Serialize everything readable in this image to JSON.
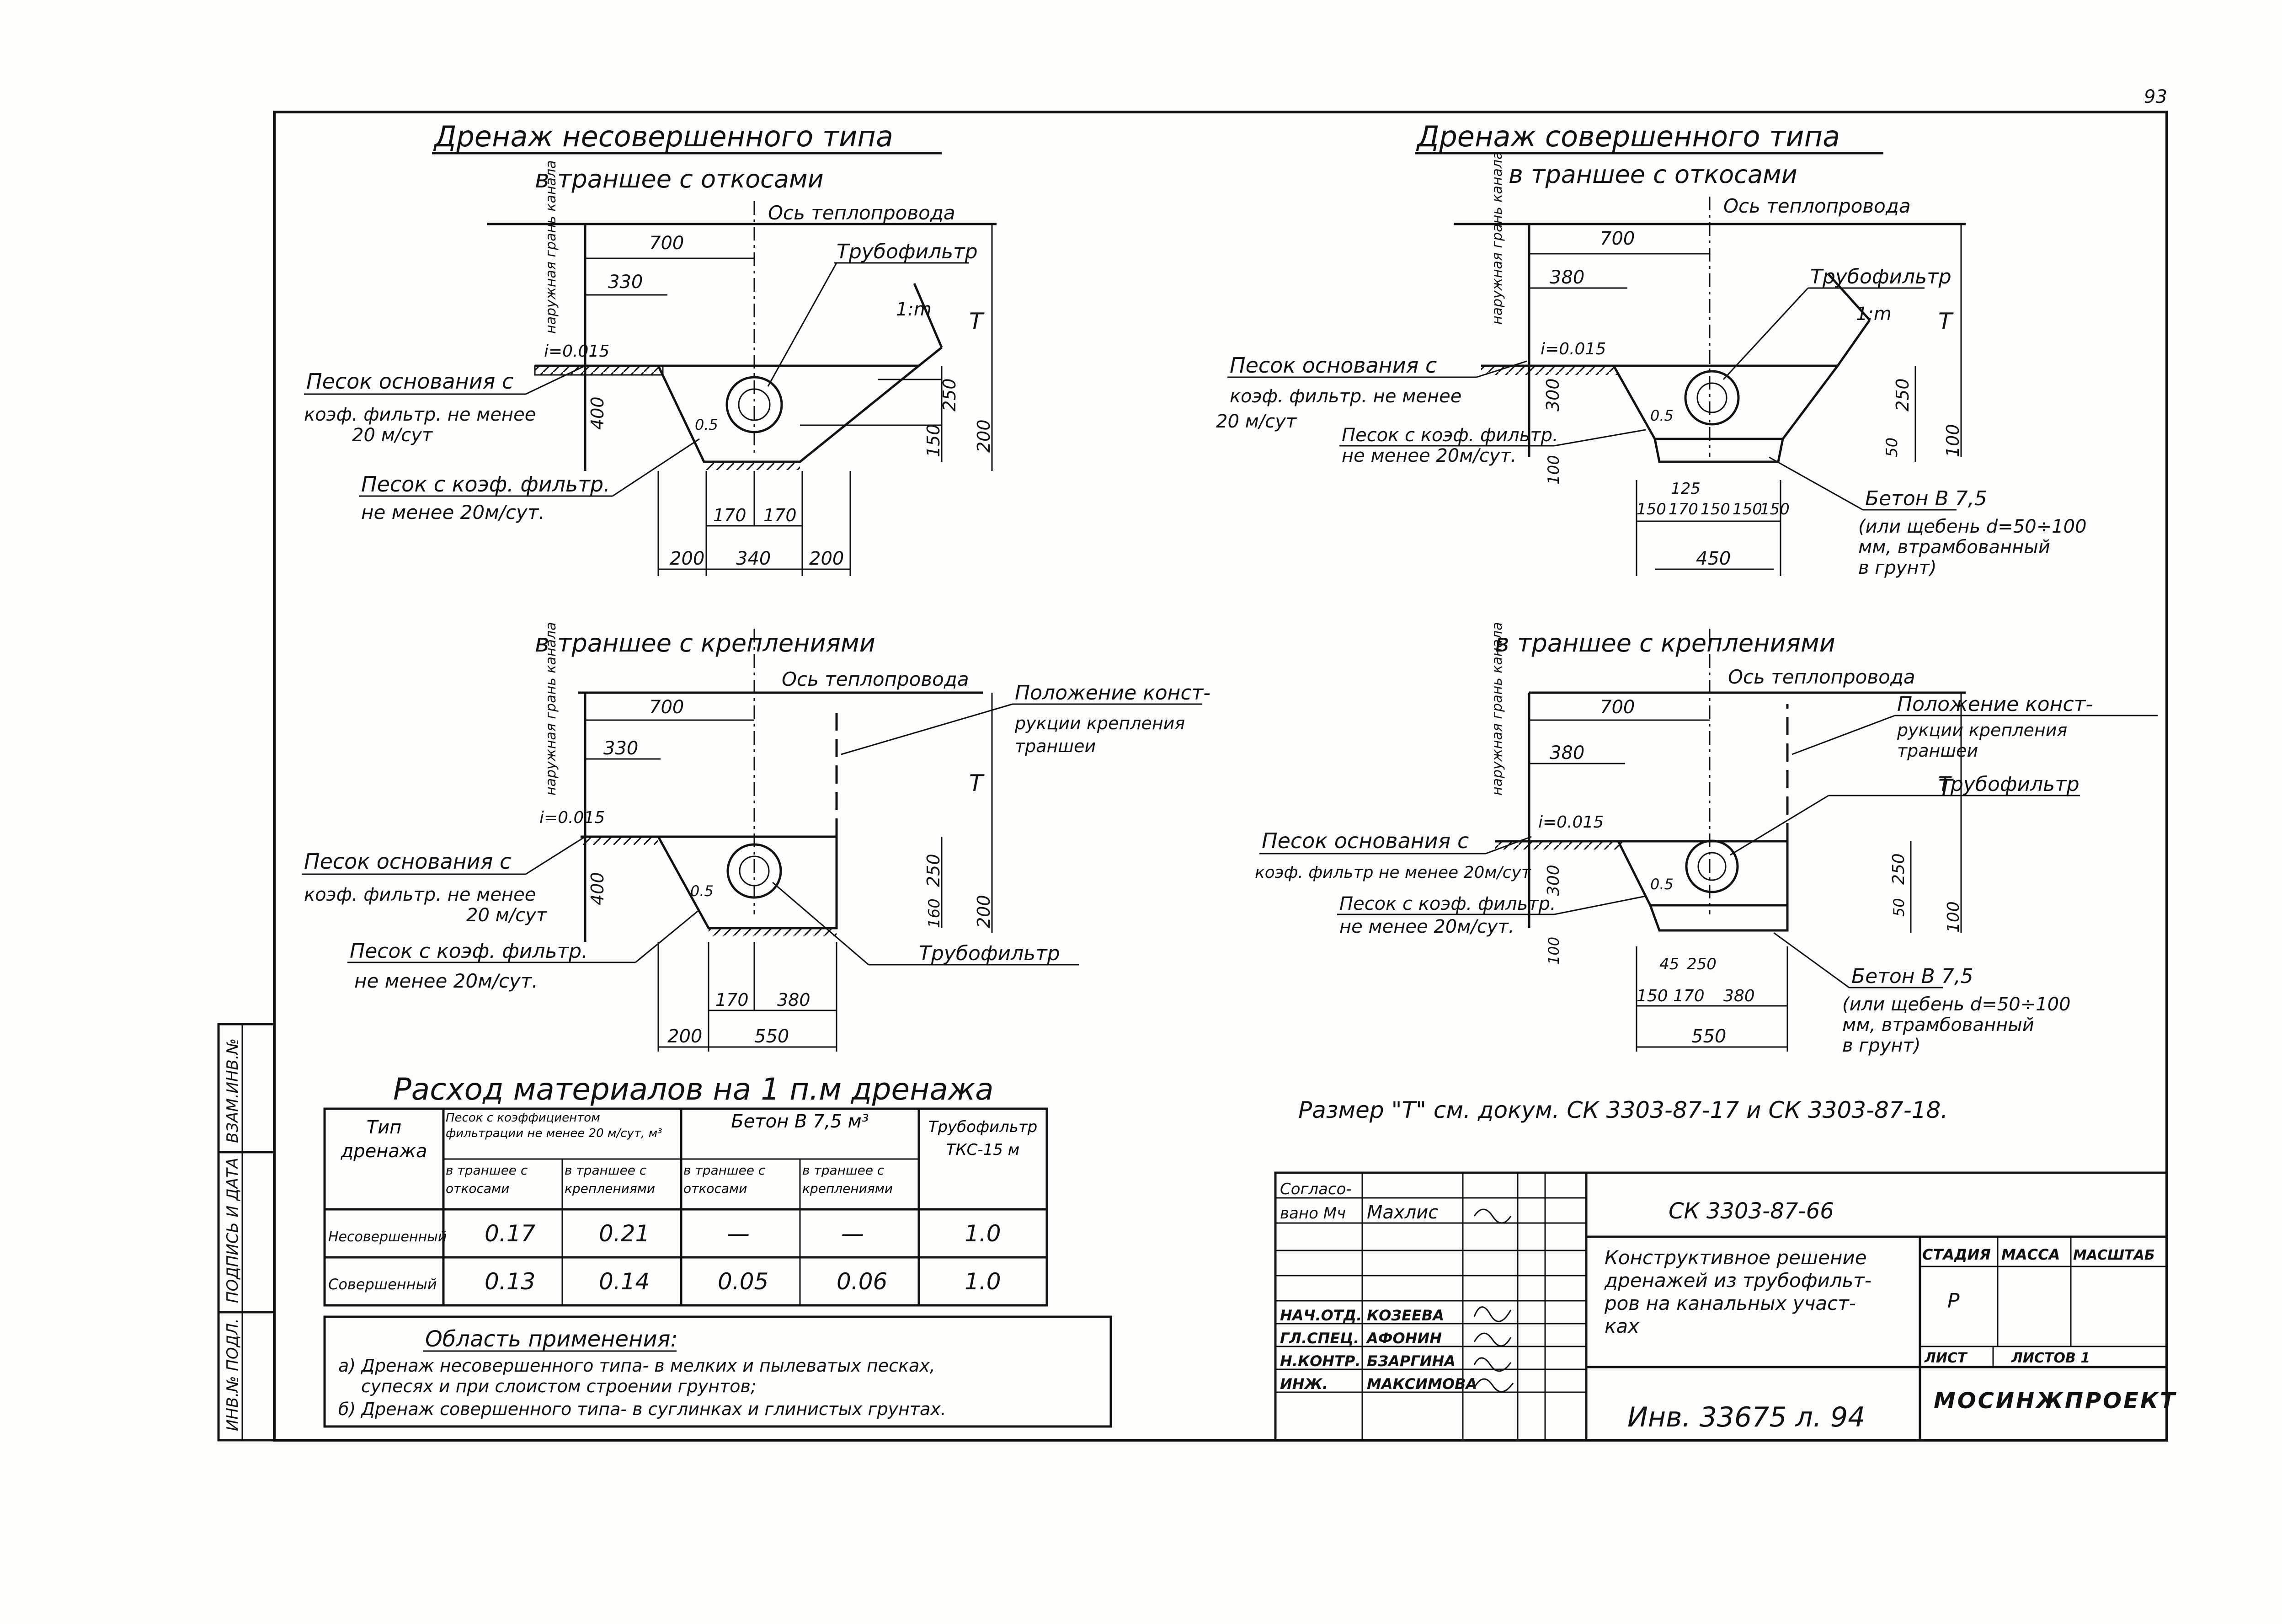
{
  "page_number": "93",
  "drawings": {
    "incomplete_title": "Дренаж несовершенного типа",
    "complete_title": "Дренаж совершенного типа",
    "slopes_subtitle_left": "в траншее с откосами",
    "slopes_subtitle_right": "в траншее с откосами",
    "shoring_subtitle_left": "в траншее с креплениями",
    "shoring_subtitle_right": "в траншее с креплениями",
    "axis_label": "Ось теплопровода",
    "outer_face": "наружная грань канала",
    "pipe_filter": "Трубофильтр",
    "slope_ratio": "1:m",
    "slope_incline": "i=0.015",
    "t_mark": "T",
    "base_sand_l1": "Песок основания с",
    "base_sand_l2": "коэф. фильтр. не менее",
    "base_sand_l3": "20 м/сут",
    "sand_l1": "Песок с коэф. фильтр.",
    "sand_l2": "не менее 20м/сут.",
    "base_sand_short": "коэф. фильтр не менее 20м/сут",
    "shoring_l1": "Положение конст-",
    "shoring_l2": "рукции крепления",
    "shoring_l3": "траншеи",
    "concrete_l1": "Бетон В 7,5",
    "concrete_l2": "(или щебень d=50÷100",
    "concrete_l3": "мм, втрамбованный",
    "concrete_l4": "в грунт)",
    "pipe_size": "0.5",
    "dims": {
      "d700": "700",
      "d330": "330",
      "d380": "380",
      "d400": "400",
      "d250": "250",
      "d150": "150",
      "d200": "200",
      "d170": "170",
      "d340": "340",
      "d160": "160",
      "d550": "550",
      "d300": "300",
      "d100": "100",
      "d50": "50",
      "d450": "450",
      "d125": "125",
      "d45": "45",
      "d25": "250"
    }
  },
  "size_note": "Размер \"T\" см. докум. СК 3303-87-17 и СК 3303-87-18.",
  "materials": {
    "title": "Расход материалов на 1 п.м дренажа",
    "h_type": "Тип дренажа",
    "h_sand": "Песок с коэффициентом фильтрации не менее 20 м/сут, м³",
    "h_concrete": "Бетон В 7,5 м³",
    "h_pipe": "Трубофильтр ТКС-15 м",
    "sub_slopes": "в траншее с откосами",
    "sub_shoring": "в траншее с креплениями",
    "rows": [
      {
        "type": "Несовершенный",
        "sand_slopes": "0.17",
        "sand_shoring": "0.21",
        "conc_slopes": "—",
        "conc_shoring": "—",
        "pipe": "1.0"
      },
      {
        "type": "Совершенный",
        "sand_slopes": "0.13",
        "sand_shoring": "0.14",
        "conc_slopes": "0.05",
        "conc_shoring": "0.06",
        "pipe": "1.0"
      }
    ]
  },
  "application": {
    "title": "Область применения:",
    "a1": "а) Дренаж несовершенного типа- в мелких и пылеватых песках,",
    "a2": "супесях и при слоистом строении грунтов;",
    "b1": "б) Дренаж совершенного типа- в суглинках и глинистых грунтах."
  },
  "title_block": {
    "code": "СК 3303-87-66",
    "description_l1": "Конструктивное решение",
    "description_l2": "дренажей из трубофильт-",
    "description_l3": "ров на канальных участ-",
    "description_l4": "ках",
    "col_stage": "СТАДИЯ",
    "col_mass": "МАССА",
    "col_scale": "МАСШТАБ",
    "stage": "Р",
    "sheet": "ЛИСТ",
    "sheets": "ЛИСТОВ 1",
    "org": "МОСИНЖПРОЕКТ",
    "inv_stamp": "Инв. 33675 л. 94",
    "approval_l1": "Согласо-",
    "approval_l2": "вано Мч",
    "approval_name": "Махлис",
    "roles": [
      {
        "role": "НАЧ.ОТД.",
        "name": "КОЗЕЕВА"
      },
      {
        "role": "ГЛ.СПЕЦ.",
        "name": "АФОНИН"
      },
      {
        "role": "Н.КОНТР.",
        "name": "БЗАРГИНА"
      },
      {
        "role": "ИНЖ.",
        "name": "МАКСИМОВА"
      }
    ]
  },
  "side_stamps": {
    "s1": "ИНВ.№ ПОДЛ.",
    "s2": "ПОДПИСЬ И ДАТА",
    "s3": "ВЗАМ.ИНВ.№"
  }
}
